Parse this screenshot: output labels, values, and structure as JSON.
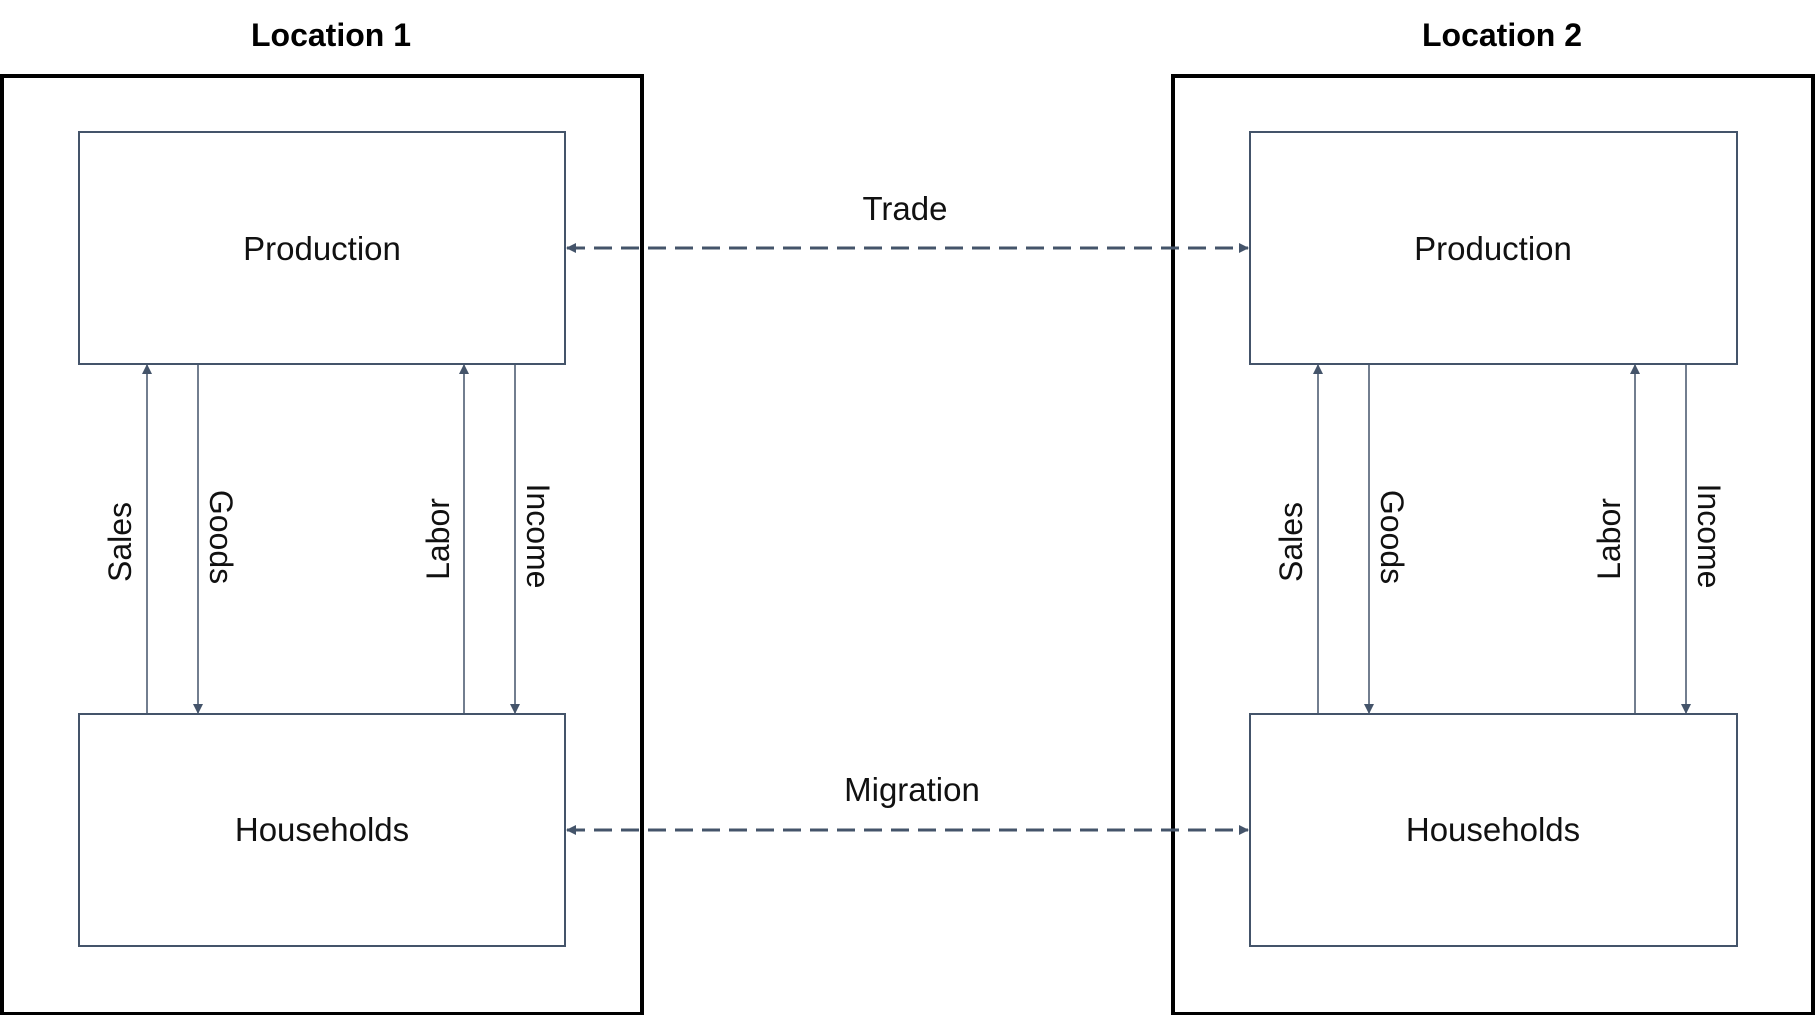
{
  "locations": [
    {
      "title": "Location 1",
      "production_label": "Production",
      "households_label": "Households",
      "flows": {
        "sales": "Sales",
        "goods": "Goods",
        "labor": "Labor",
        "income": "Income"
      }
    },
    {
      "title": "Location 2",
      "production_label": "Production",
      "households_label": "Households",
      "flows": {
        "sales": "Sales",
        "goods": "Goods",
        "labor": "Labor",
        "income": "Income"
      }
    }
  ],
  "links": {
    "trade": "Trade",
    "migration": "Migration"
  },
  "colors": {
    "location_border": "#000000",
    "box_border": "#44546a",
    "arrow": "#44546a",
    "text": "#111111"
  }
}
